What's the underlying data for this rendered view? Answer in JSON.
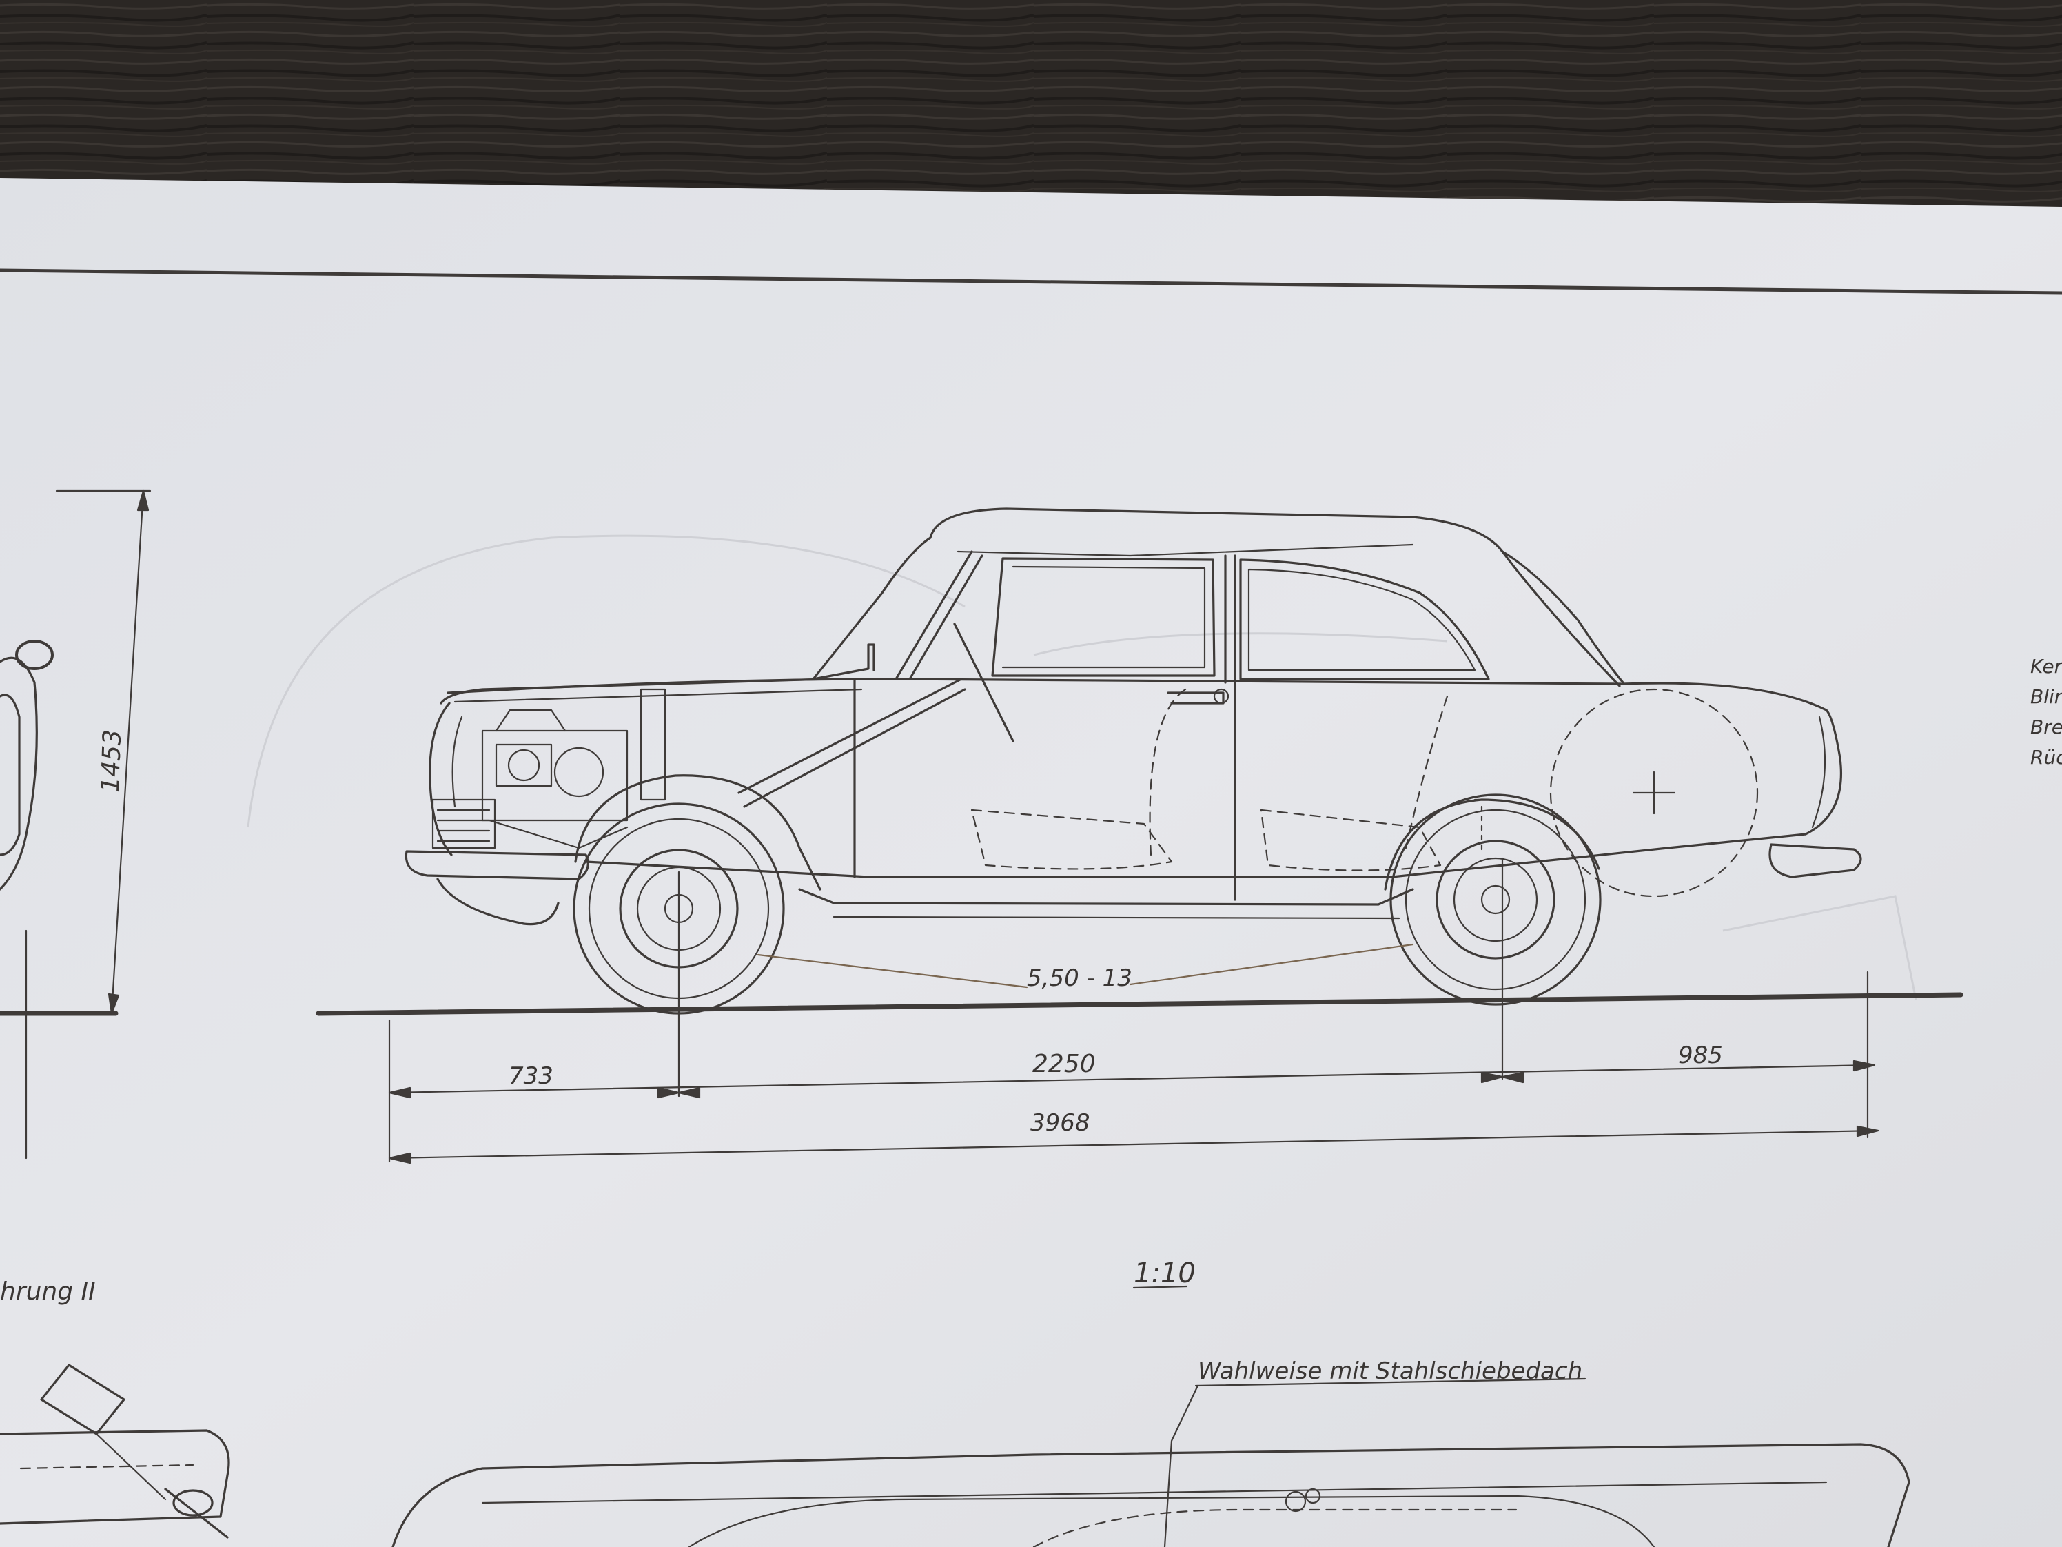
{
  "drawing": {
    "height_dimension": "1453",
    "tire_size": "5,50 - 13",
    "front_overhang": "733",
    "wheelbase": "2250",
    "rear_overhang": "985",
    "overall_length": "3968",
    "scale": "1:10",
    "variant_label": "hrung II",
    "sunroof_note": "Wahlweise mit Stahlschiebedach",
    "side_notes": [
      "Ker",
      "Blir",
      "Bre",
      "Rüc"
    ]
  },
  "colors": {
    "table": "#2b2724",
    "paper": "#e3e4e8",
    "ink": "#3f3b39"
  }
}
